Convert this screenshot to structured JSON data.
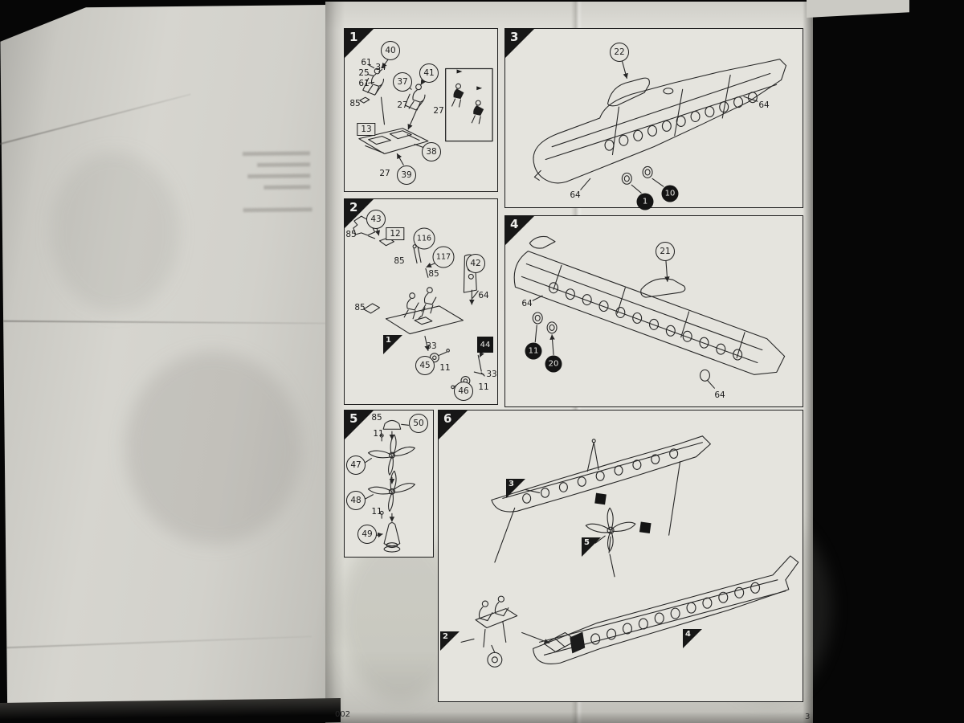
{
  "footer": {
    "left_code": "002",
    "page_number": "3"
  },
  "panels": {
    "p1": {
      "step": "1",
      "callouts": {
        "c40": "40",
        "c37": "37",
        "c41": "41",
        "c38": "38",
        "c39": "39",
        "b13": "13",
        "p61a": "61",
        "p25": "25",
        "p34": "34",
        "p61b": "61",
        "p85": "85",
        "p27a": "27",
        "p27b": "27",
        "p27c": "27"
      }
    },
    "p2": {
      "step": "2",
      "callouts": {
        "c43": "43",
        "b12": "12",
        "c116": "116",
        "c117": "117",
        "c42": "42",
        "c45": "45",
        "c46": "46",
        "sq44": "44",
        "tr1": "1",
        "p85a": "85",
        "p85b": "85",
        "p85c": "85",
        "p85d": "85",
        "p33a": "33",
        "p11a": "11",
        "p33b": "33",
        "p11b": "11",
        "p64": "64"
      }
    },
    "p3": {
      "step": "3",
      "callouts": {
        "c22": "22",
        "p64a": "64",
        "p64b": "64",
        "bc1": "1",
        "bc10": "10"
      }
    },
    "p4": {
      "step": "4",
      "callouts": {
        "c21": "21",
        "p64a": "64",
        "p64b": "64",
        "bc11": "11",
        "bc20": "20"
      }
    },
    "p5": {
      "step": "5",
      "callouts": {
        "c50": "50",
        "c47": "47",
        "c48": "48",
        "c49": "49",
        "p85": "85",
        "p11a": "11",
        "p11b": "11"
      }
    },
    "p6": {
      "step": "6",
      "callouts": {
        "tr3": "3",
        "tr5": "5",
        "tr2": "2",
        "tr4": "4"
      }
    }
  }
}
